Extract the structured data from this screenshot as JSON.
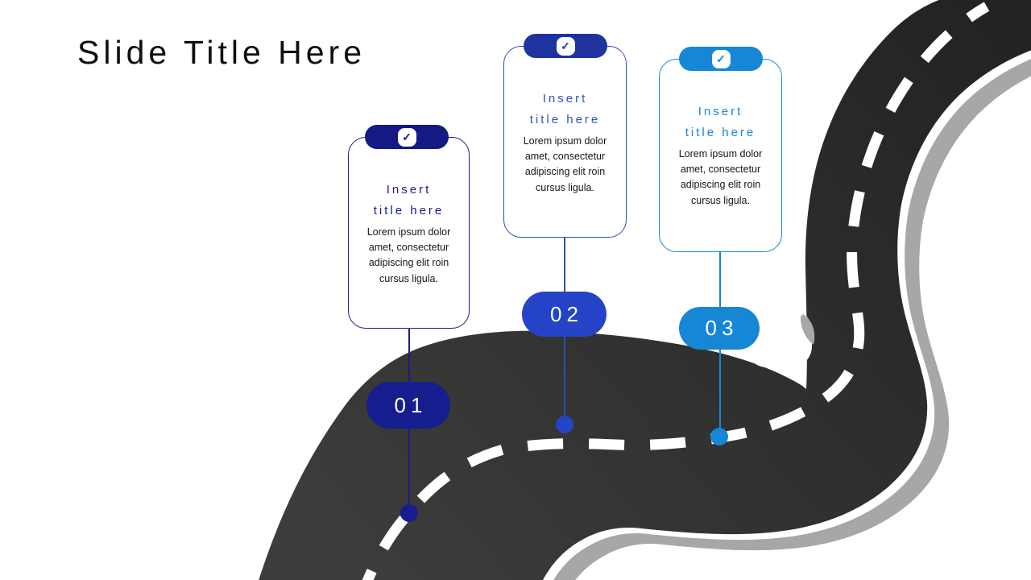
{
  "slide": {
    "title": "Slide Title Here"
  },
  "cards": [
    {
      "number": "01",
      "title_line1": "Insert",
      "title_line2": "title here",
      "body": "Lorem ipsum dolor amet, consectetur adipiscing elit roin cursus ligula.",
      "check_glyph": "✓"
    },
    {
      "number": "02",
      "title_line1": "Insert",
      "title_line2": "title here",
      "body": "Lorem ipsum dolor amet, consectetur adipiscing elit roin cursus ligula.",
      "check_glyph": "✓"
    },
    {
      "number": "03",
      "title_line1": "Insert",
      "title_line2": "title here",
      "body": "Lorem ipsum dolor amet, consectetur adipiscing elit roin cursus ligula.",
      "check_glyph": "✓"
    }
  ],
  "colors": {
    "title_color": "#0f0f0f",
    "body_color": "#15151d",
    "c1_accent": "#1a1d88",
    "c1_pill": "#141983",
    "c1_badge": "#161d8e",
    "c2_accent": "#2d4fae",
    "c2_pill": "#1e339e",
    "c2_badge": "#2443c6",
    "c2_title": "#2d55b8",
    "c3_accent": "#1687d5",
    "c3_pill": "#1687d5",
    "c3_badge": "#1687d5",
    "road_top": "#232322",
    "road_bottom": "#3d3d3b",
    "road_side": "#a7a7a7",
    "lane": "#ffffff"
  }
}
